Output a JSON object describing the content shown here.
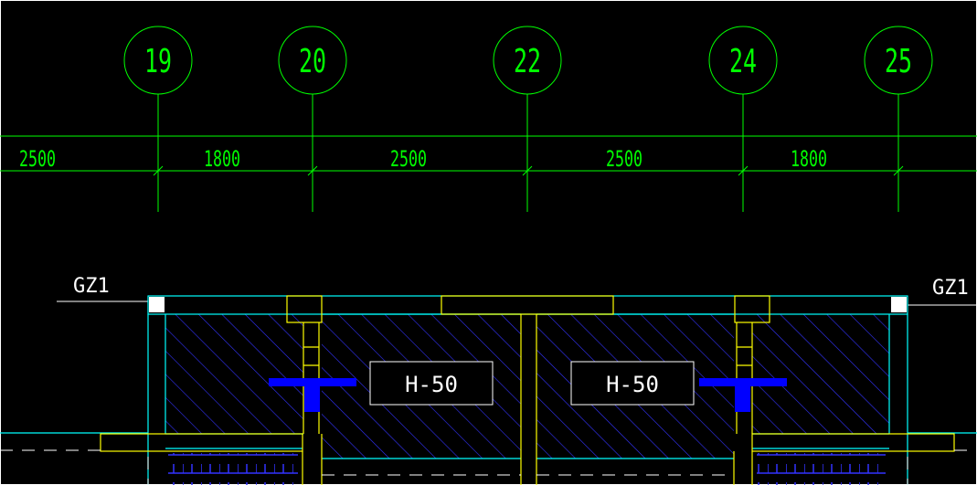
{
  "axes": [
    {
      "label": "19"
    },
    {
      "label": "20"
    },
    {
      "label": "22"
    },
    {
      "label": "24"
    },
    {
      "label": "25"
    }
  ],
  "dimensions": [
    "2500",
    "1800",
    "2500",
    "2500",
    "1800"
  ],
  "column_tag_left": "GZ1",
  "column_tag_right": "GZ1",
  "pit_label_left": "H-50",
  "pit_label_right": "H-50",
  "colors": {
    "background": "#000000",
    "grid": "#00ff00",
    "wall_outline": "#00ffff",
    "wall_fill": "#ffff00",
    "hatch": "#3333ff",
    "blue_mark": "#0000ff",
    "text": "#ffffff"
  }
}
